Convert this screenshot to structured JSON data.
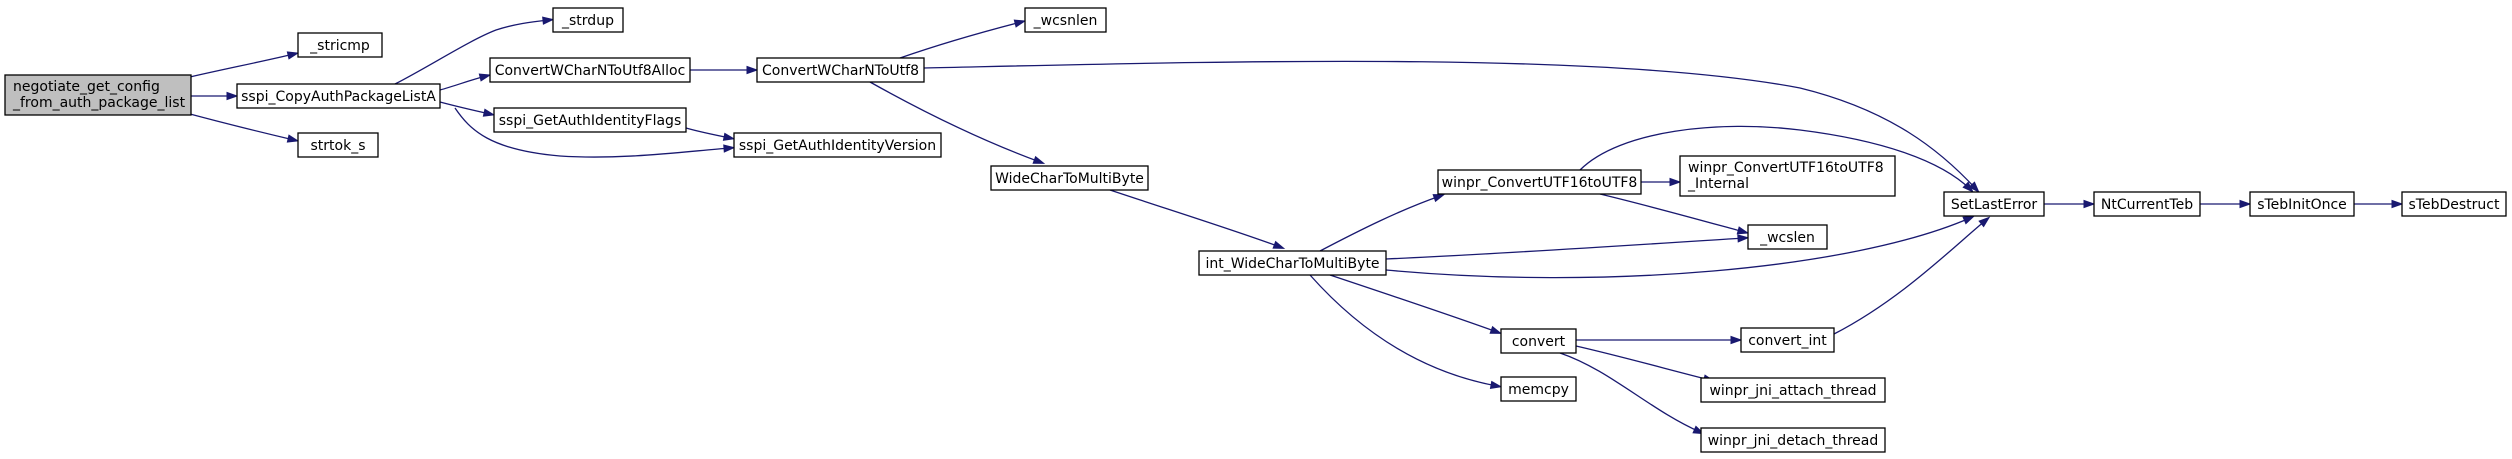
{
  "graph": {
    "edge_color": "#191970",
    "root_fill": "#bfbfbf",
    "nodes": {
      "negotiate_get_config": [
        "negotiate_get_config",
        "_from_auth_package_list"
      ],
      "stricmp": [
        "_stricmp"
      ],
      "sspi_CopyAuthPackageListA": [
        "sspi_CopyAuthPackageListA"
      ],
      "strtok_s": [
        "strtok_s"
      ],
      "strdup": [
        "_strdup"
      ],
      "ConvertWCharNToUtf8Alloc": [
        "ConvertWCharNToUtf8Alloc"
      ],
      "sspi_GetAuthIdentityFlags": [
        "sspi_GetAuthIdentityFlags"
      ],
      "sspi_GetAuthIdentityVersion": [
        "sspi_GetAuthIdentityVersion"
      ],
      "ConvertWCharNToUtf8": [
        "ConvertWCharNToUtf8"
      ],
      "wcsnlen": [
        "_wcsnlen"
      ],
      "WideCharToMultiByte": [
        "WideCharToMultiByte"
      ],
      "int_WideCharToMultiByte": [
        "int_WideCharToMultiByte"
      ],
      "winpr_ConvertUTF16toUTF8": [
        "winpr_ConvertUTF16toUTF8"
      ],
      "winpr_ConvertUTF16toUTF8_Internal": [
        "winpr_ConvertUTF16toUTF8",
        "_Internal"
      ],
      "wcslen": [
        "_wcslen"
      ],
      "convert": [
        "convert"
      ],
      "memcpy": [
        "memcpy"
      ],
      "convert_int": [
        "convert_int"
      ],
      "winpr_jni_attach_thread": [
        "winpr_jni_attach_thread"
      ],
      "winpr_jni_detach_thread": [
        "winpr_jni_detach_thread"
      ],
      "SetLastError": [
        "SetLastError"
      ],
      "NtCurrentTeb": [
        "NtCurrentTeb"
      ],
      "sTebInitOnce": [
        "sTebInitOnce"
      ],
      "sTebDestruct": [
        "sTebDestruct"
      ]
    }
  }
}
